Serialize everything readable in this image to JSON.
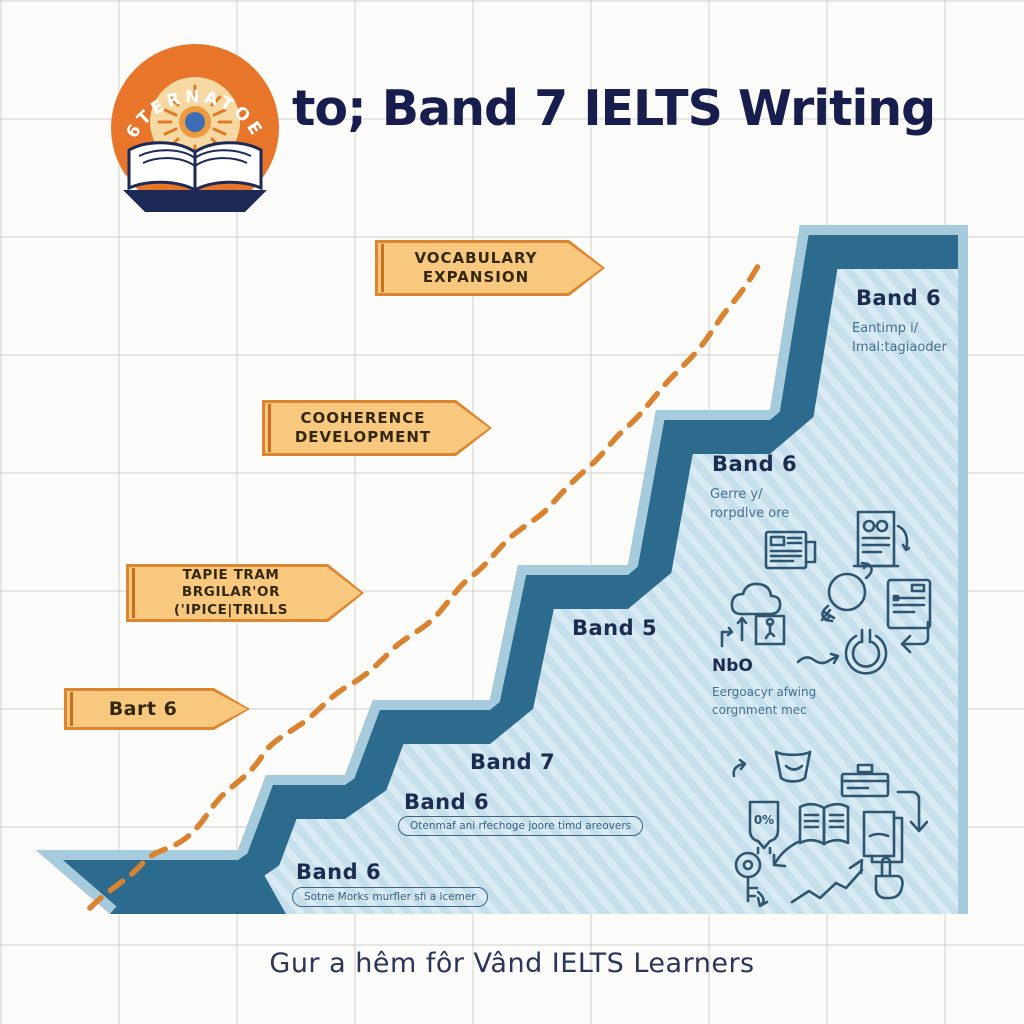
{
  "logo": {
    "arc_text": "6TERNATOE"
  },
  "header": {
    "title": "to; Band 7 IELTS Writing"
  },
  "caption": "Gur a hêm fôr Vând IELTS Learners",
  "arrows": [
    {
      "line1": "VOCABULARY",
      "line2": "EXPANSION"
    },
    {
      "line1": "COOHERENCE",
      "line2": "DEVELOPMENT"
    },
    {
      "line1": "TAPIE TRAM BRGILAR'OR",
      "line2": "('IPICE|TRILLS"
    },
    {
      "line1": "Bart 6"
    }
  ],
  "steps": [
    {
      "label": "Band 6",
      "note": "Sotne Morks murfler sfi a lcemer"
    },
    {
      "label": "Band 6",
      "note": "Otenmaf ani rfechoge joore timd areovers"
    },
    {
      "label": "Band 7"
    },
    {
      "label": "Band 5"
    },
    {
      "label": "Band 6",
      "sub1": "Gerre y/",
      "sub2": "rorpdlve ore"
    },
    {
      "label": "Band 6",
      "sub1": "Eantimp i/",
      "sub2": "Imal:tagiaoder"
    }
  ],
  "nlo": {
    "label": "NbO",
    "sub1": "Eergoacyr afwing",
    "sub2": "corgnment mec"
  },
  "badge": {
    "label": "0%"
  },
  "colors": {
    "accent_orange": "#e8762a",
    "banner_fill": "#f7c87e",
    "banner_border": "#dd8632",
    "title_navy": "#171e4d",
    "label_navy": "#1c2b50",
    "stair_dark_teal": "#2c6b8d",
    "stair_edge_light": "#a6cbdc",
    "stair_fill": "#c7dfeb",
    "dashed_line": "#d9822f",
    "icon_stroke": "#2f5570"
  }
}
